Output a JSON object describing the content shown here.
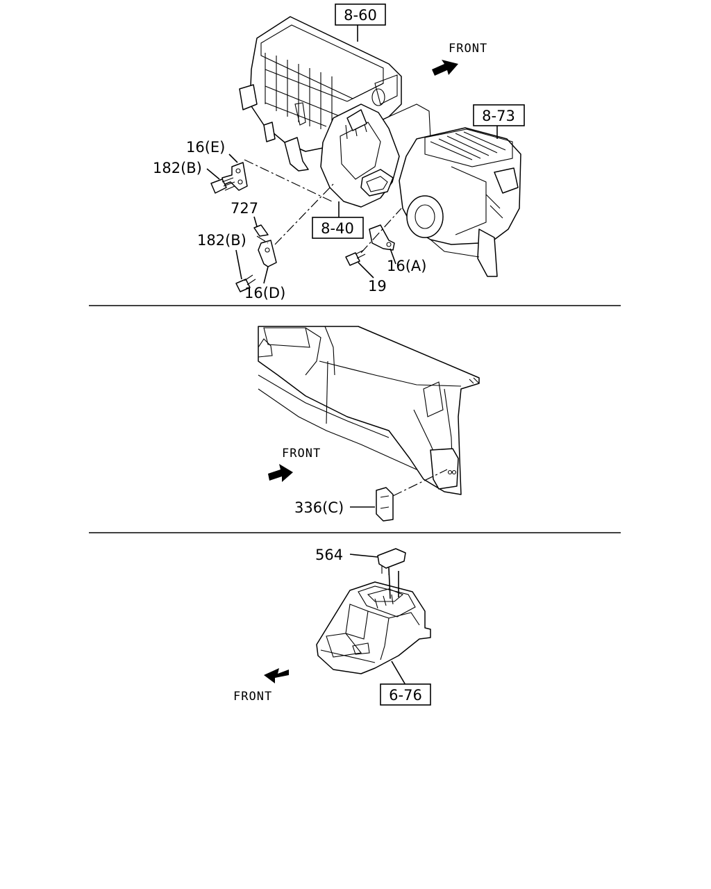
{
  "separators": 2,
  "section_heater": {
    "refs": {
      "heater_unit": "8-60",
      "blower_unit": "8-73",
      "duct": "8-40"
    },
    "front_label": "FRONT",
    "callouts": {
      "bracket_e": "16(E)",
      "screw_b_upper": "182(B)",
      "clip": "727",
      "screw_b_lower": "182(B)",
      "bracket_d": "16(D)",
      "bracket_a": "16(A)",
      "screw": "19"
    }
  },
  "section_dash": {
    "front_label": "FRONT",
    "callouts": {
      "bracket_c": "336(C)"
    }
  },
  "section_console": {
    "front_label": "FRONT",
    "refs": {
      "console": "6-76"
    },
    "callouts": {
      "cap": "564"
    }
  }
}
